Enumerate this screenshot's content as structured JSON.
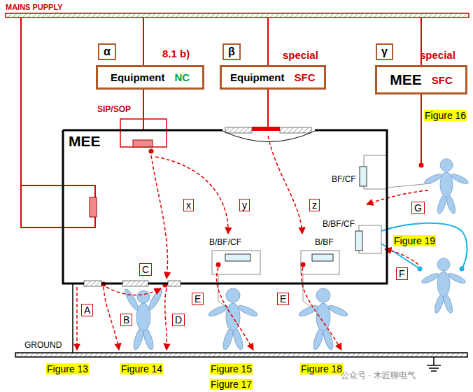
{
  "diagram": {
    "nodes": [
      {
        "text": [
          "Equipment",
          "NC"
        ]
      },
      {
        "text": [
          "Equipment",
          "SFC"
        ]
      },
      {
        "text": [
          "MEE",
          "SFC"
        ]
      },
      {
        "text": [
          "MEE"
        ]
      }
    ],
    "edges": [
      {
        "from": 0,
        "to": 3,
        "arrow": "none"
      },
      {
        "from": 1,
        "to": 3,
        "arrow": "none"
      }
    ],
    "labels": [
      "MAINS PUPPLY",
      "α",
      "8.1 b)",
      "β",
      "special",
      "γ",
      "special",
      "Figure 16",
      "SIP/SOP",
      "BF/CF",
      "x",
      "y",
      "z",
      "G",
      "B/BF/CF",
      "Figure 19",
      "B/BF/CF",
      "B/BF",
      "F",
      "C",
      "A",
      "B",
      "D",
      "E",
      "E",
      "GROUND",
      "Figure 13",
      "Figure 14",
      "Figure 15",
      "Figure 18",
      "Figure 17",
      "公众号 · 木匠聊电气"
    ]
  }
}
